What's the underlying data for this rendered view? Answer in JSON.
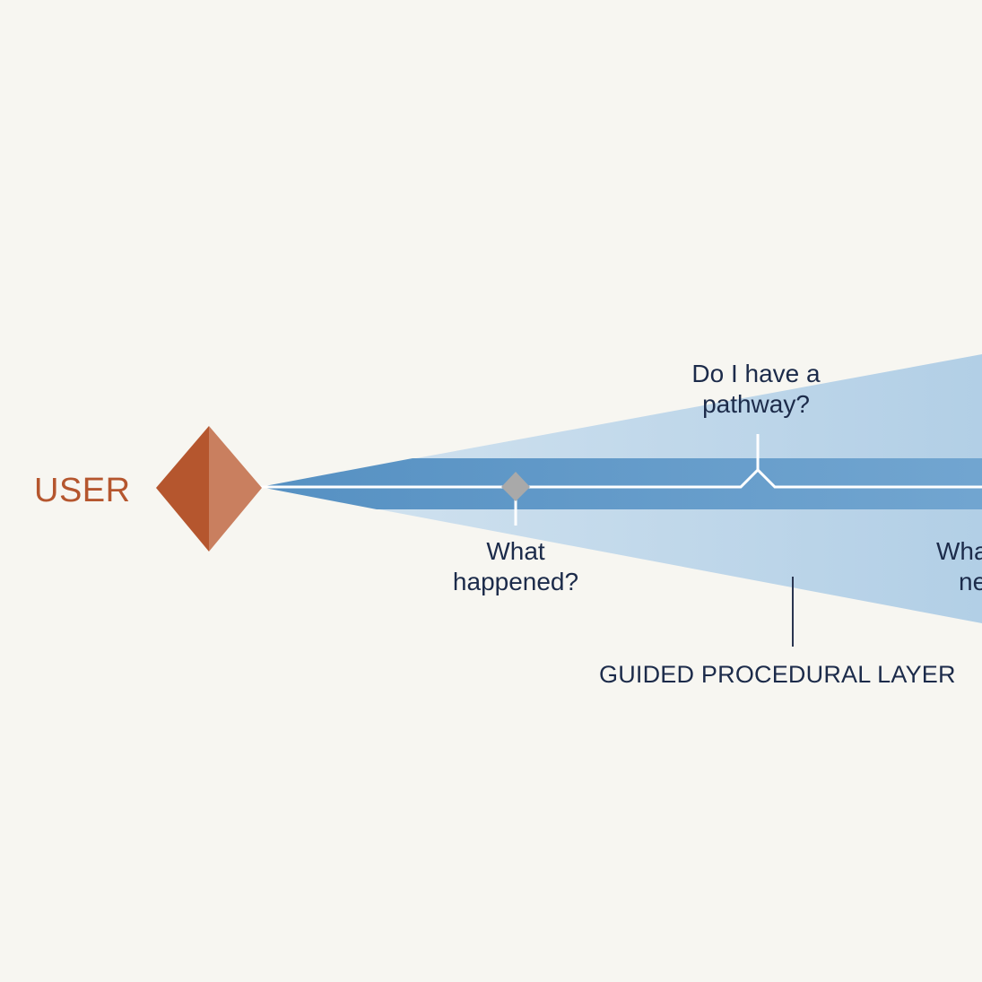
{
  "user": {
    "label": "USER"
  },
  "questions": {
    "pathway": {
      "line1": "Do I have a",
      "line2": "pathway?"
    },
    "happened": {
      "line1": "What",
      "line2": "happened?"
    },
    "next": {
      "line1": "Wha",
      "line2": "ne"
    }
  },
  "layer": {
    "label": "GUIDED PROCEDURAL LAYER"
  },
  "colors": {
    "background": "#f7f6f1",
    "user_accent": "#b5562e",
    "cone_light": "#bcd5e8",
    "band_mid": "#6a9fcb",
    "text": "#1c2b4a",
    "checkpoint": "#a9a9a9"
  }
}
